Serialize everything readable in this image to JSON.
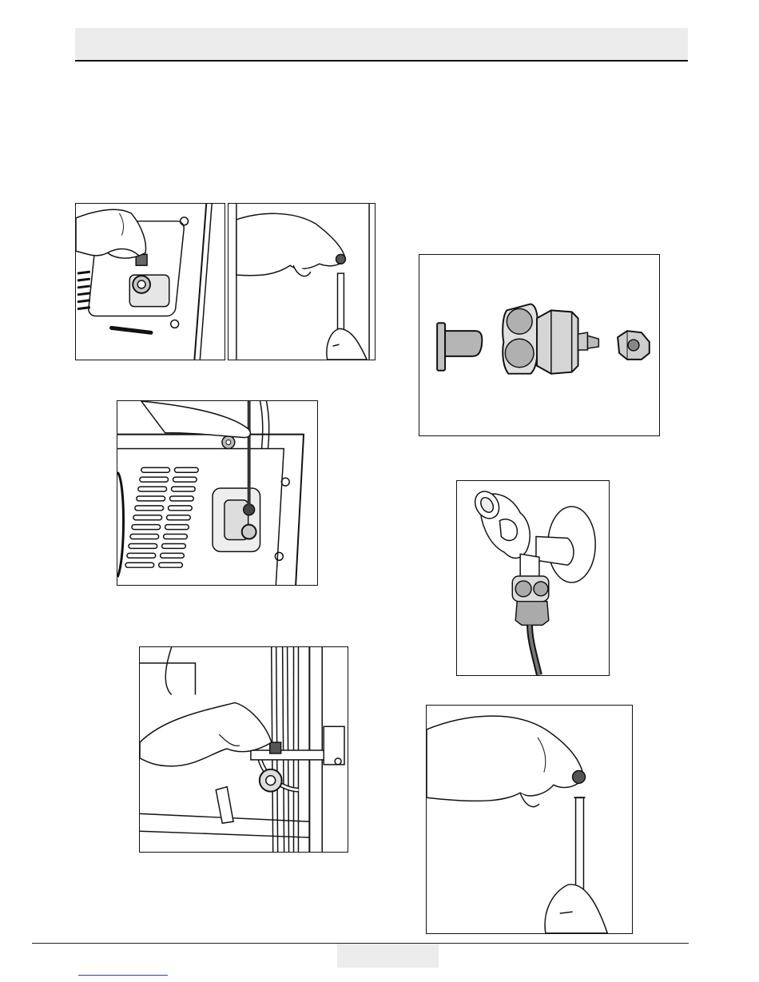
{
  "document": {
    "type": "installation-manual-page",
    "colors": {
      "line": "#111111",
      "fill_light": "#d9d9d9",
      "fill_mid": "#b8b8b8",
      "header_bg": "#ececec",
      "link": "#2b3fb6"
    },
    "figures": [
      {
        "id": "fig-1",
        "subject": "hand-removing-cap-from-valve",
        "icon": "hand-icon"
      },
      {
        "id": "fig-2",
        "subject": "hand-holding-cap-above-tube",
        "icon": "hand-icon"
      },
      {
        "id": "fig-3",
        "subject": "tube-connected-to-valve-on-rear-panel",
        "icon": "hand-icon"
      },
      {
        "id": "fig-4",
        "subject": "water-connection-fittings-kit",
        "icon": "fitting-icon"
      },
      {
        "id": "fig-5",
        "subject": "tap-with-adapter-and-hose",
        "icon": "tap-icon"
      },
      {
        "id": "fig-6",
        "subject": "hand-clipping-tube-with-clamp",
        "icon": "hand-icon"
      },
      {
        "id": "fig-7",
        "subject": "hand-placing-nut-on-tube",
        "icon": "hand-icon"
      }
    ]
  }
}
